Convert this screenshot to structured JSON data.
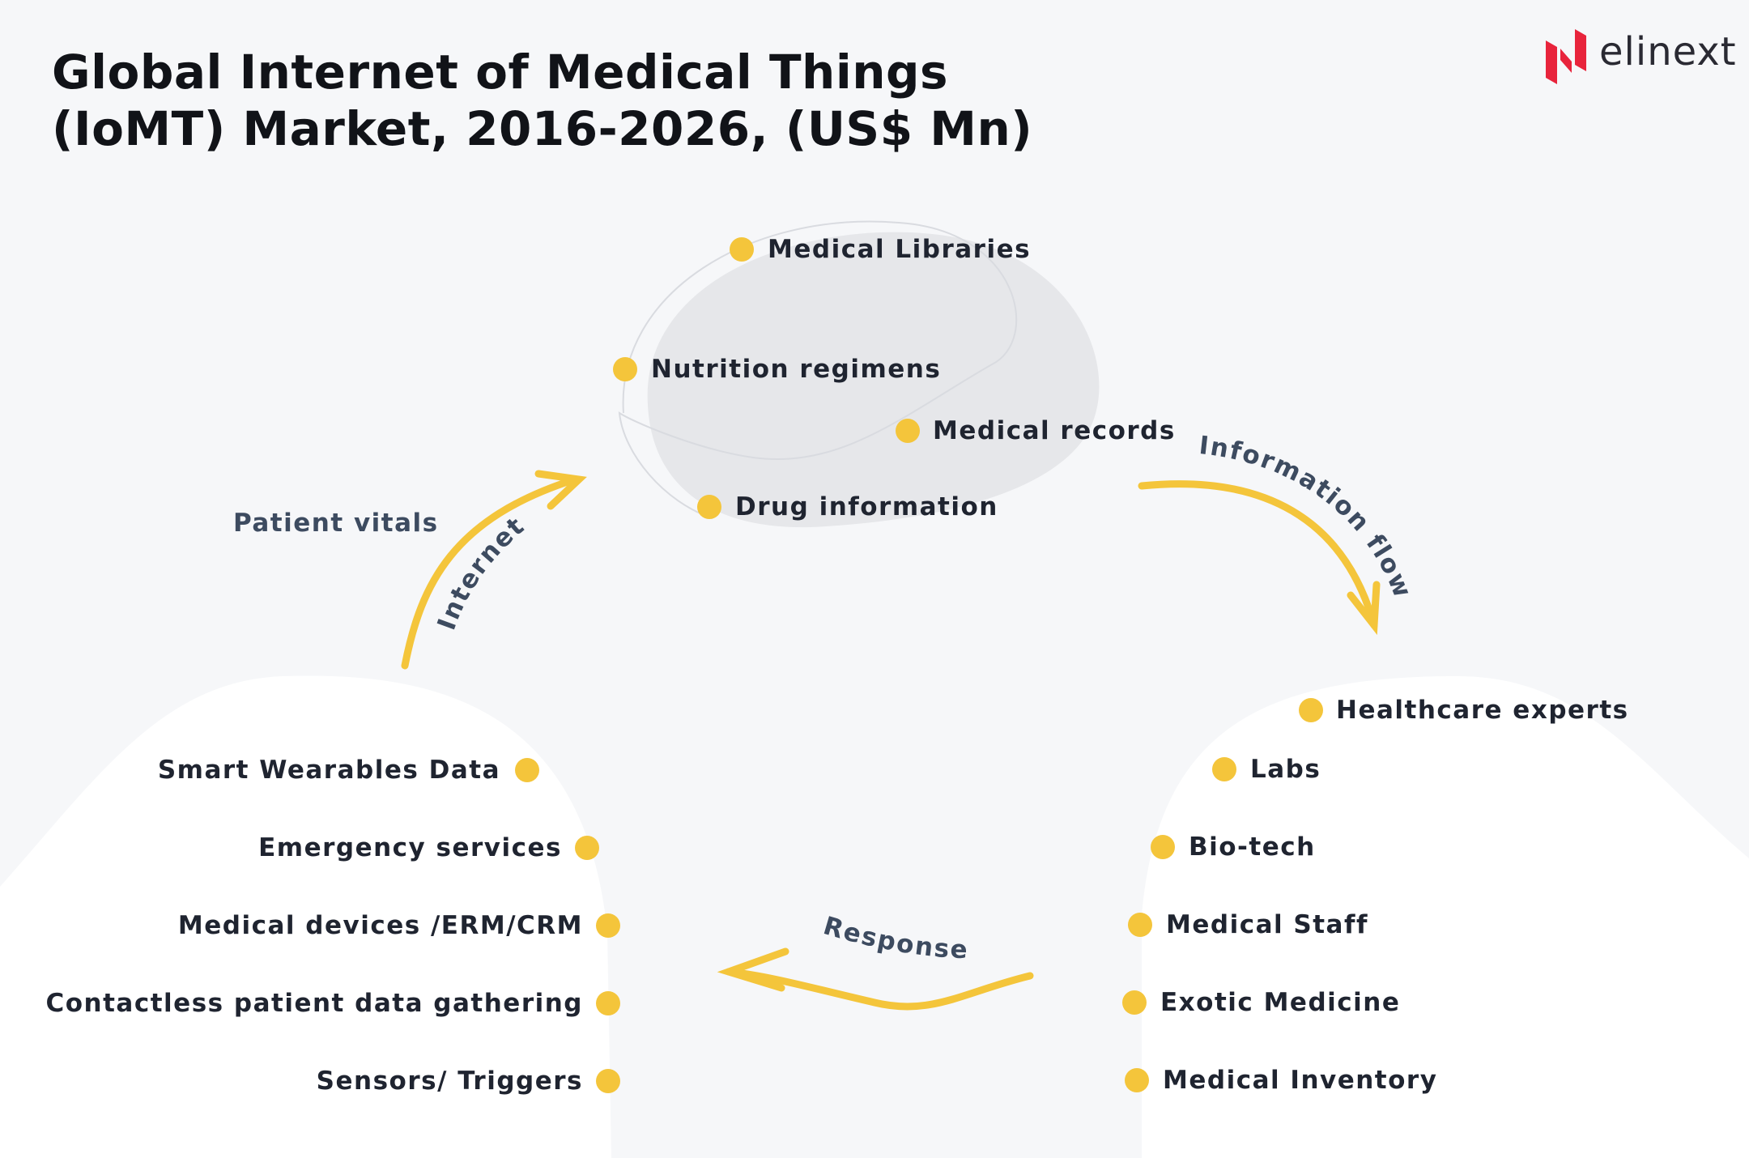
{
  "title": {
    "line1": "Global Internet of Medical Things",
    "line2": "(IoMT) Market, 2016-2026, (US$ Mn)"
  },
  "logo": {
    "text": "elinext",
    "icon": "brand-mark-icon"
  },
  "colors": {
    "accent": "#f4c53b",
    "label": "#3d4b60",
    "text": "#1f2430",
    "brand": "#e8243c"
  },
  "cloud": {
    "items": [
      "Medical Libraries",
      "Nutrition regimens",
      "Medical records",
      "Drug information"
    ]
  },
  "patient_side": {
    "items": [
      "Smart Wearables Data",
      "Emergency services",
      "Medical devices /ERM/CRM",
      "Contactless patient data gathering",
      "Sensors/ Triggers"
    ]
  },
  "provider_side": {
    "items": [
      "Healthcare experts",
      "Labs",
      "Bio-tech",
      "Medical Staff",
      "Exotic Medicine",
      "Medical Inventory"
    ]
  },
  "flows": {
    "patient_vitals": "Patient vitals",
    "internet": "Internet",
    "information_flow": "Information flow",
    "response": "Response"
  }
}
